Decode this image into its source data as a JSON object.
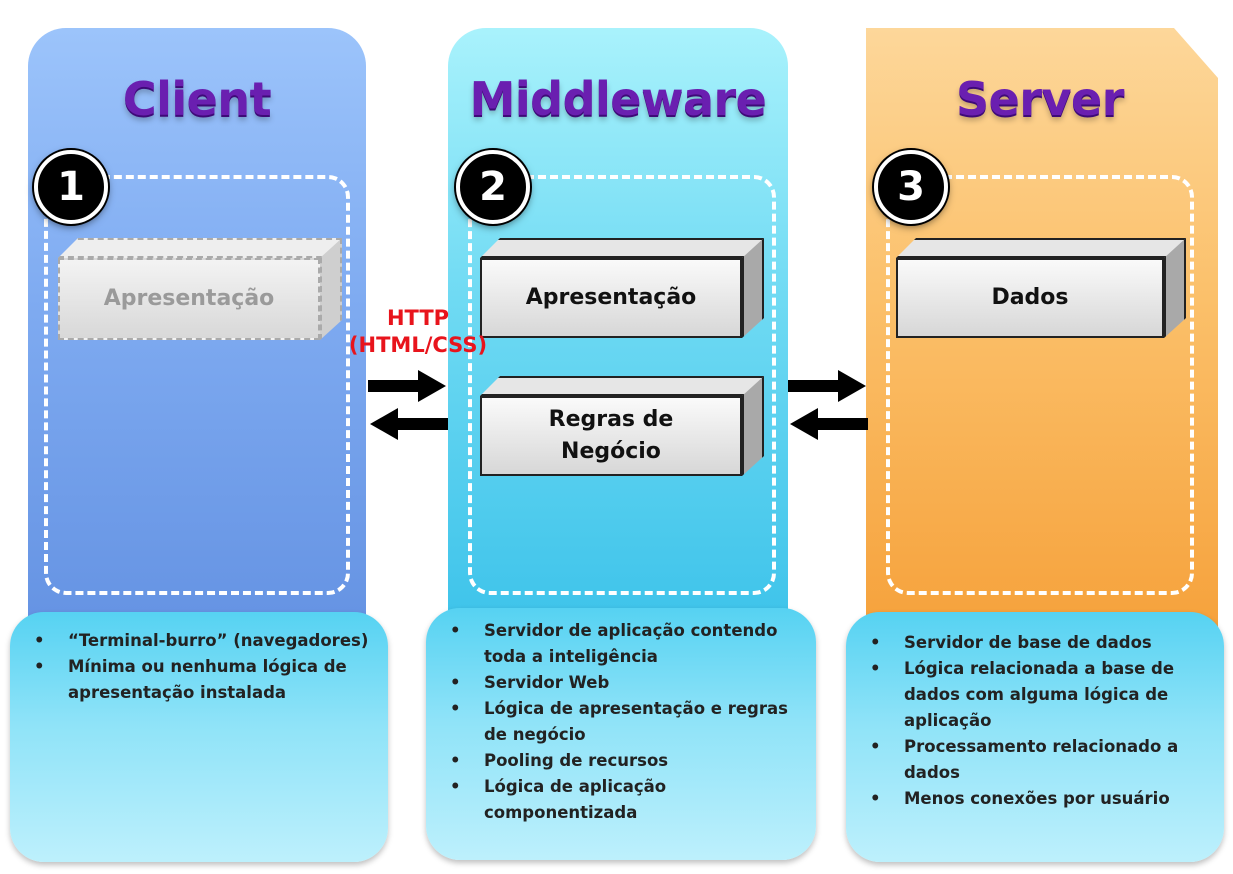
{
  "columns": [
    {
      "id": "client",
      "title": "Client",
      "number": "1",
      "color": "#7fabf1"
    },
    {
      "id": "middleware",
      "title": "Middleware",
      "number": "2",
      "color": "#6fdaf3"
    },
    {
      "id": "server",
      "title": "Server",
      "number": "3",
      "color": "#fbc06a"
    }
  ],
  "boxes": {
    "client_presentation": "Apresentação",
    "middleware_presentation": "Apresentação",
    "middleware_rules_line1": "Regras de",
    "middleware_rules_line2": "Negócio",
    "server_data": "Dados"
  },
  "protocol": {
    "line1": "HTTP",
    "line2": "(HTML/CSS)"
  },
  "notes": {
    "client": [
      "“Terminal-burro” (navegadores)",
      "Mínima ou nenhuma lógica de apresentação instalada"
    ],
    "middleware": [
      "Servidor de aplicação contendo toda a inteligência",
      "Servidor Web",
      "Lógica de apresentação e regras de negócio",
      "Pooling de recursos",
      "Lógica de aplicação componentizada"
    ],
    "server": [
      "Servidor de base de dados",
      "Lógica  relacionada a base de dados com alguma lógica de aplicação",
      "Processamento relacionado a dados",
      "Menos conexões por usuário"
    ]
  },
  "colors": {
    "title": "#6a1fb0",
    "protocol": "#e8141c",
    "note_background": "#8fe3f8"
  }
}
